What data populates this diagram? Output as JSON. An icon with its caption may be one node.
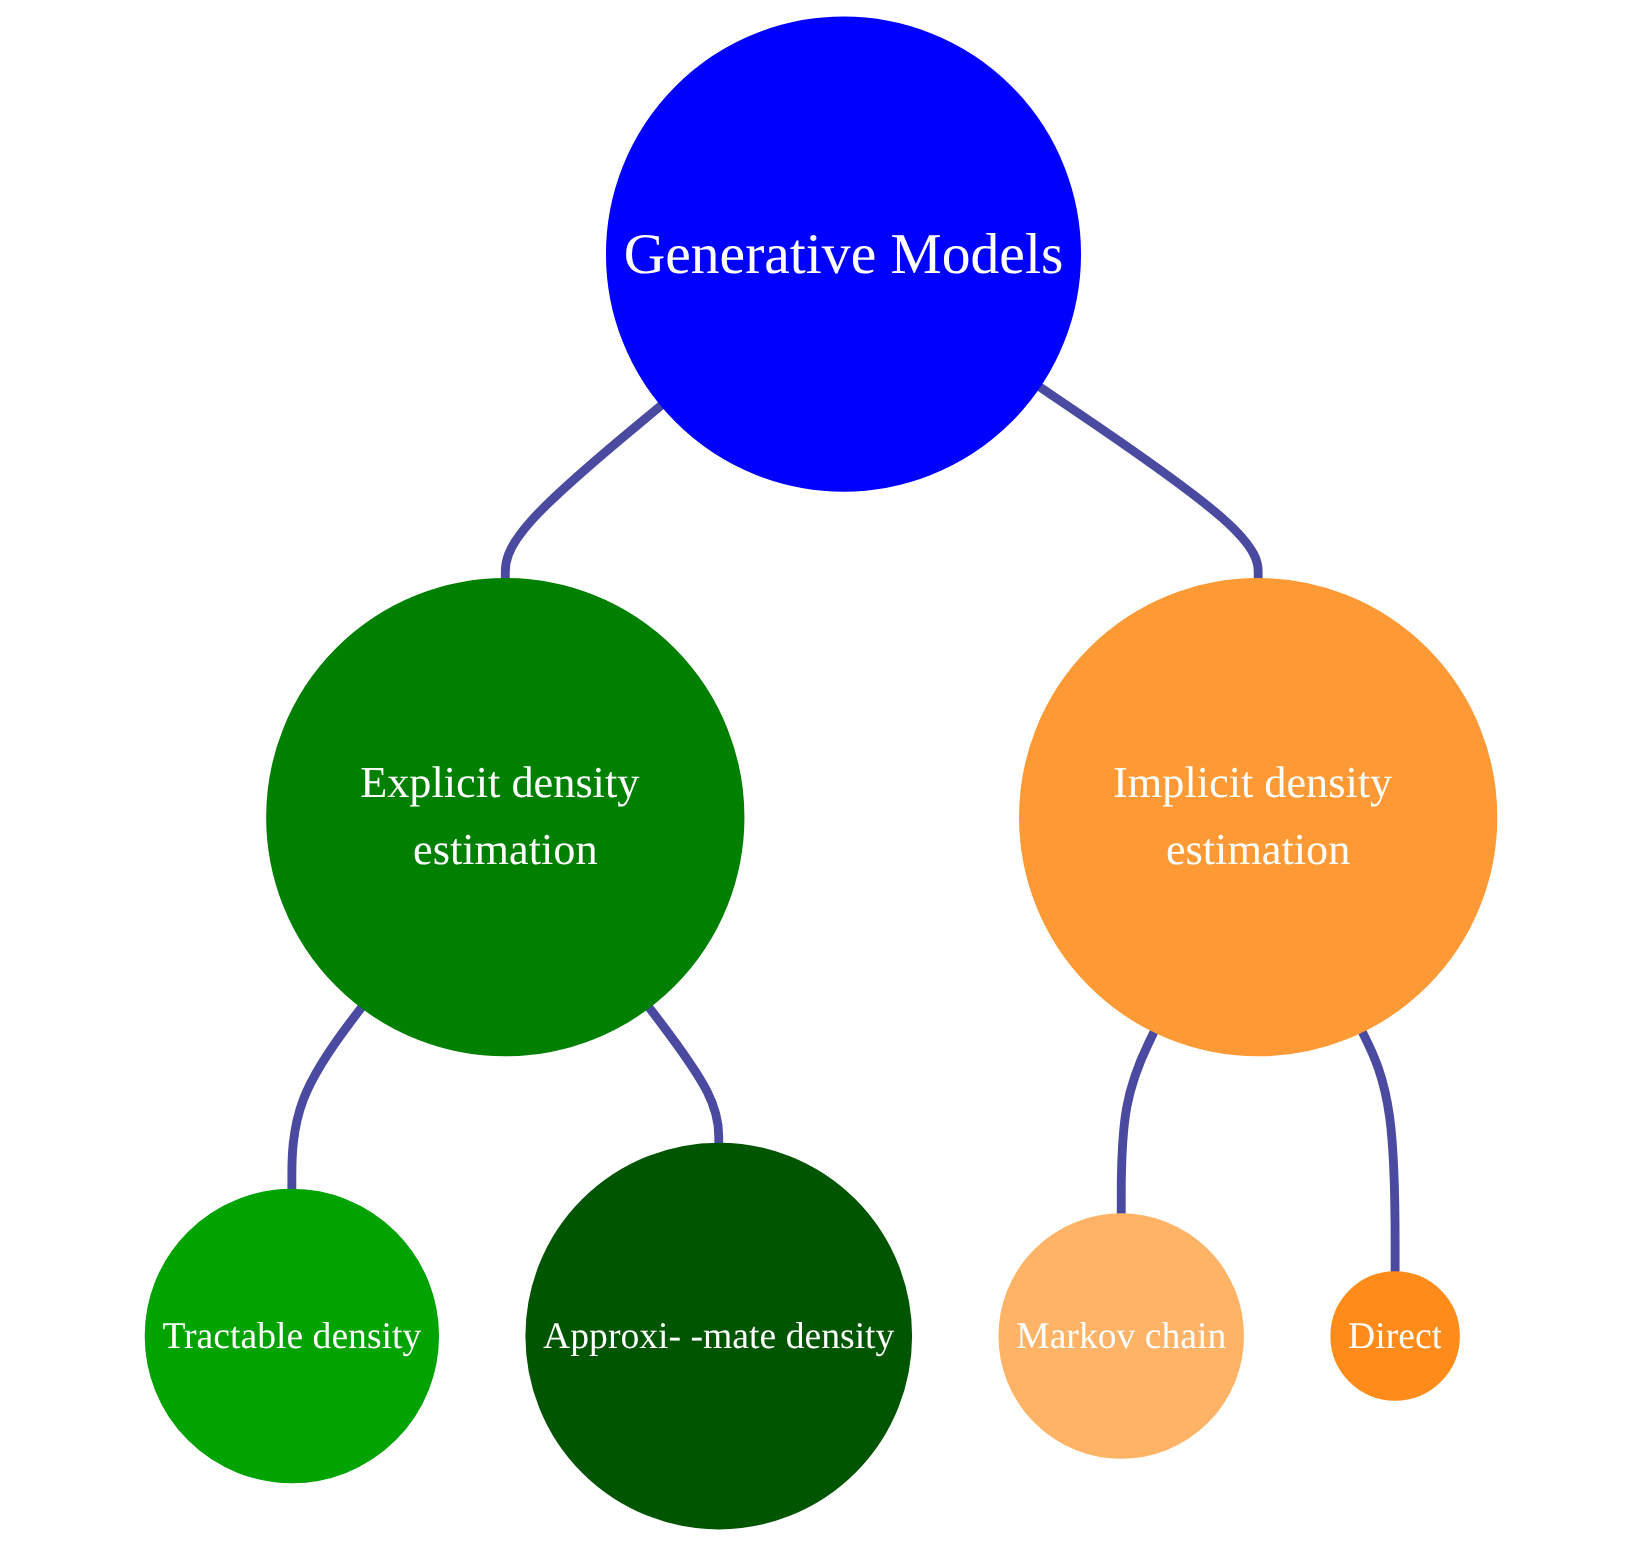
{
  "diagram": {
    "nodes": [
      {
        "text": [
          "Generative Models"
        ]
      },
      {
        "text": [
          "Explicit density estimation"
        ]
      },
      {
        "text": [
          "Implicit density estimation"
        ]
      },
      {
        "text": [
          "Tractable density"
        ]
      },
      {
        "text": [
          "Approxi- -mate density"
        ]
      },
      {
        "text": [
          "Markov chain"
        ]
      },
      {
        "text": [
          "Direct"
        ]
      }
    ],
    "edges": [
      {
        "from": 0,
        "to": 1,
        "arrow": "none"
      },
      {
        "from": 0,
        "to": 2,
        "arrow": "none"
      },
      {
        "from": 1,
        "to": 3,
        "arrow": "none"
      },
      {
        "from": 1,
        "to": 4,
        "arrow": "none"
      },
      {
        "from": 2,
        "to": 5,
        "arrow": "none"
      },
      {
        "from": 2,
        "to": 6,
        "arrow": "none"
      }
    ]
  }
}
